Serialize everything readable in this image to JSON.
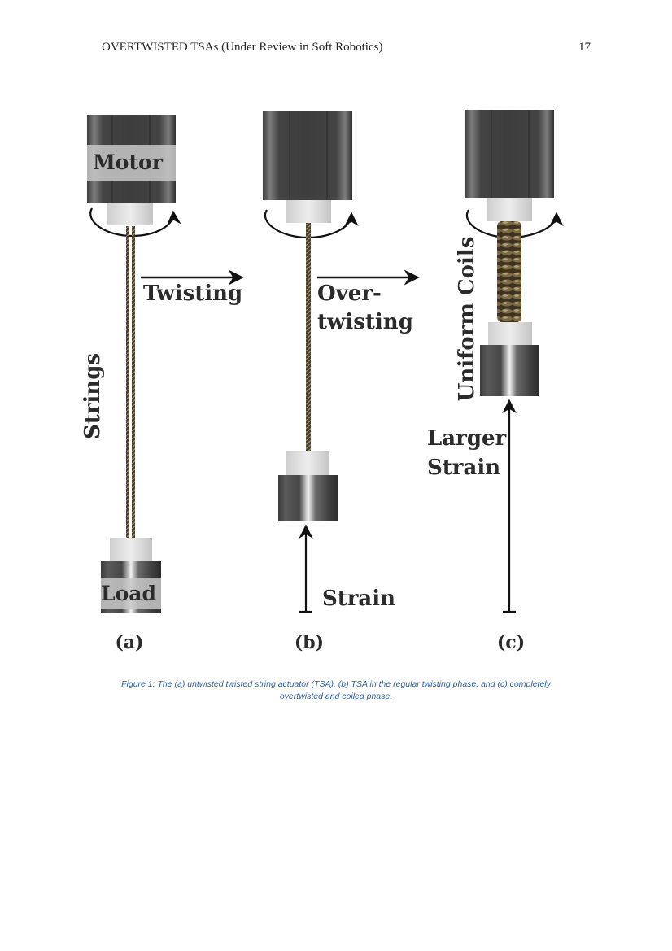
{
  "header": {
    "title": "OVERTWISTED TSAs (Under Review in Soft Robotics)",
    "page_number": "17"
  },
  "figure": {
    "labels": {
      "motor": "Motor",
      "load": "Load",
      "strings": "Strings",
      "twisting": "Twisting",
      "over_line1": "Over-",
      "over_line2": "twisting",
      "uniform_coils": "Uniform Coils",
      "larger_line1": "Larger",
      "larger_line2": "Strain",
      "strain": "Strain"
    },
    "panels": [
      "(a)",
      "(b)",
      "(c)"
    ]
  },
  "caption": {
    "line1": "Figure 1: The (a) untwisted twisted string actuator (TSA), (b) TSA in the regular twisting phase, and (c) completely",
    "line2": "overtwisted and coiled phase."
  }
}
